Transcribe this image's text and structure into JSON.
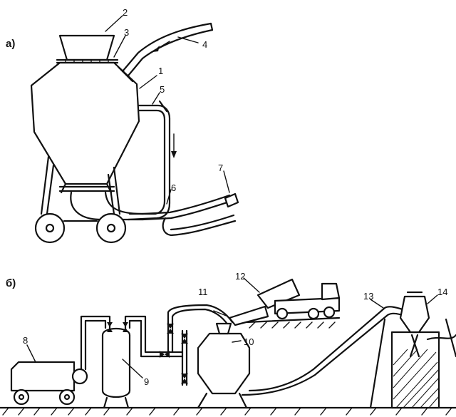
{
  "panels": {
    "a": "а)",
    "b": "б)"
  },
  "callouts": {
    "c1": "1",
    "c2": "2",
    "c3": "3",
    "c4": "4",
    "c5": "5",
    "c6": "6",
    "c7": "7",
    "c8": "8",
    "c9": "9",
    "c10": "10",
    "c11": "11",
    "c12": "12",
    "c13": "13",
    "c14": "14"
  }
}
